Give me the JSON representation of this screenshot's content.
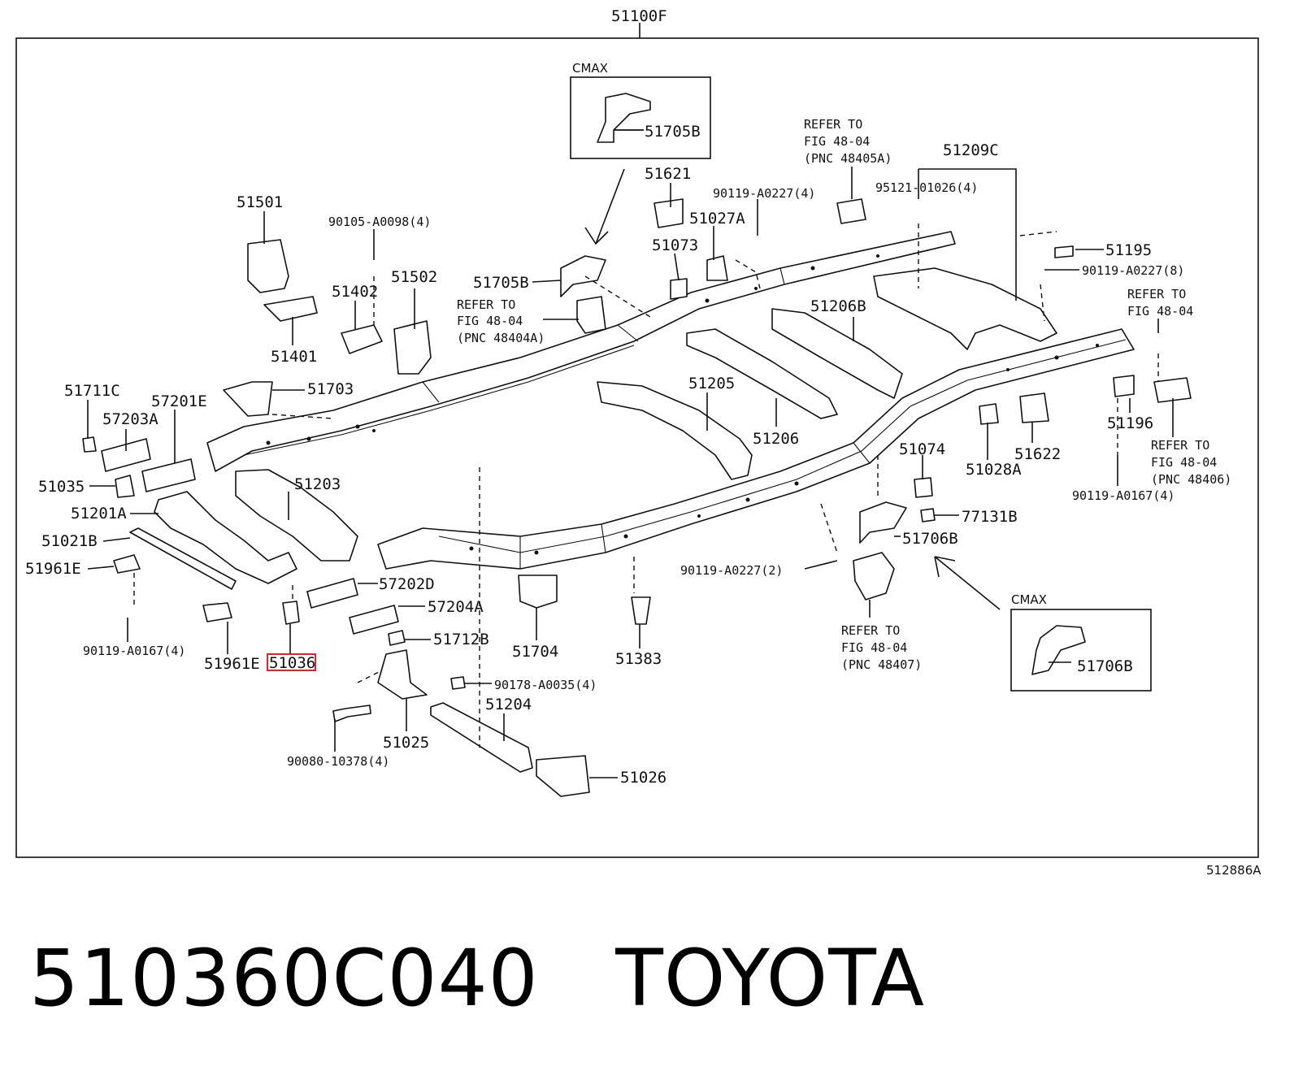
{
  "diagram": {
    "assembly_label": "51100F",
    "figure_code": "512886A",
    "cmax_label": "CMAX",
    "parts": [
      "51705B",
      "51621",
      "51027A",
      "51073",
      "51501",
      "51502",
      "51402",
      "51401",
      "51705B",
      "51703",
      "51711C",
      "57201E",
      "57203A",
      "51035",
      "51201A",
      "51203",
      "51021B",
      "51961E",
      "51961E",
      "51036",
      "57202D",
      "57204A",
      "51712B",
      "51704",
      "51383",
      "51025",
      "51204",
      "51026",
      "51206B",
      "51205",
      "51206",
      "51209C",
      "51195",
      "51196",
      "51074",
      "51028A",
      "51622",
      "77131B",
      "51706B",
      "51706B"
    ],
    "fasteners": [
      "90105-A0098(4)",
      "90119-A0227(4)",
      "95121-01026(4)",
      "90119-A0227(8)",
      "90119-A0167(4)",
      "90119-A0227(2)",
      "90119-A0167(4)",
      "90178-A0035(4)",
      "90080-10378(4)"
    ],
    "notes": {
      "refer_48405a": [
        "REFER TO",
        "FIG 48-04",
        "(PNC 48405A)"
      ],
      "refer_48404a": [
        "REFER TO",
        "FIG 48-04",
        "(PNC 48404A)"
      ],
      "refer_48404_right": [
        "REFER TO",
        "FIG 48-04"
      ],
      "refer_48406": [
        "REFER TO",
        "FIG 48-04",
        "(PNC 48406)"
      ],
      "refer_48407": [
        "REFER TO",
        "FIG 48-04",
        "(PNC 48407)"
      ]
    },
    "highlighted_part": "51036"
  },
  "caption": {
    "part_number": "510360C040",
    "brand": "TOYOTA"
  }
}
